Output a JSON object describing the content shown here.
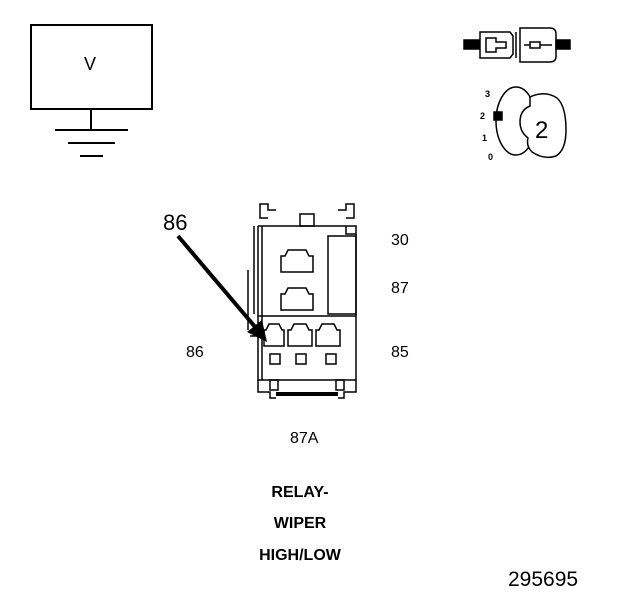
{
  "meter": {
    "symbol": "V"
  },
  "ignition": {
    "positions": [
      "3",
      "2",
      "1",
      "0"
    ],
    "key_number": "2"
  },
  "relay": {
    "callout": "86",
    "pins": {
      "p30": "30",
      "p87": "87",
      "p86": "86",
      "p85": "85",
      "p87a": "87A"
    },
    "title_lines": [
      "RELAY-",
      "WIPER",
      "HIGH/LOW"
    ]
  },
  "figure_number": "295695"
}
